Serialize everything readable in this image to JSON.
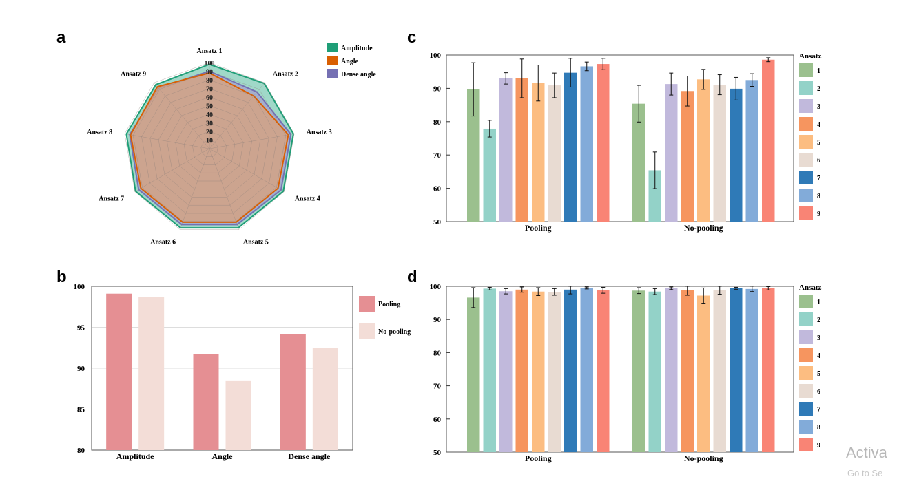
{
  "panels": {
    "a": "a",
    "b": "b",
    "c": "c",
    "d": "d"
  },
  "chart_data": [
    {
      "panel": "a",
      "type": "radar",
      "axes": [
        "Ansatz 1",
        "Ansatz 2",
        "Ansatz 3",
        "Ansatz 4",
        "Ansatz 5",
        "Ansatz 6",
        "Ansatz 7",
        "Ansatz 8",
        "Ansatz 9"
      ],
      "rings": [
        "10",
        "20",
        "30",
        "40",
        "50",
        "60",
        "70",
        "80",
        "90",
        "100"
      ],
      "range": [
        0,
        100
      ],
      "series": [
        {
          "name": "Amplitude",
          "color": "#1f9e77",
          "fill": "#8fd1be",
          "values": [
            98,
            99,
            99,
            99,
            98,
            98,
            99,
            98,
            97
          ]
        },
        {
          "name": "Angle",
          "color": "#d95f02",
          "fill": "#d9a07a",
          "values": [
            88,
            80,
            93,
            92,
            91,
            91,
            92,
            93,
            94
          ]
        },
        {
          "name": "Dense angle",
          "color": "#7570b3",
          "fill": "#a5a2cf",
          "values": [
            90,
            86,
            96,
            96,
            94,
            94,
            95,
            94,
            92
          ]
        }
      ]
    },
    {
      "panel": "b",
      "type": "bar",
      "categories": [
        "Amplitude",
        "Angle",
        "Dense angle"
      ],
      "ylim": [
        80,
        100
      ],
      "yticks": [
        "80",
        "85",
        "90",
        "95",
        "100"
      ],
      "grid": true,
      "legend": "right",
      "series": [
        {
          "name": "Pooling",
          "color": "#e58f93",
          "values": [
            99.1,
            91.7,
            94.2
          ]
        },
        {
          "name": "No-pooling",
          "color": "#f3ddd7",
          "values": [
            98.7,
            88.5,
            92.5
          ]
        }
      ]
    },
    {
      "panel": "c",
      "type": "bar",
      "categories": [
        "Pooling",
        "No-pooling"
      ],
      "ylim": [
        50,
        100
      ],
      "yticks": [
        "50",
        "60",
        "70",
        "80",
        "90",
        "100"
      ],
      "legend_title": "Ansatz",
      "legend": "right",
      "series": [
        {
          "name": "1",
          "color": "#9bc08e",
          "values": [
            89.7,
            85.4
          ],
          "err": [
            8.0,
            5.5
          ]
        },
        {
          "name": "2",
          "color": "#93d2c8",
          "values": [
            77.9,
            65.4
          ],
          "err": [
            2.5,
            5.5
          ]
        },
        {
          "name": "3",
          "color": "#c1b9dc",
          "values": [
            93.0,
            91.3
          ],
          "err": [
            1.7,
            3.3
          ]
        },
        {
          "name": "4",
          "color": "#f6955f",
          "values": [
            93.0,
            89.2
          ],
          "err": [
            5.8,
            4.5
          ]
        },
        {
          "name": "5",
          "color": "#fcbd81",
          "values": [
            91.6,
            92.7
          ],
          "err": [
            5.4,
            3.0
          ]
        },
        {
          "name": "6",
          "color": "#e8dbd2",
          "values": [
            90.9,
            91.1
          ],
          "err": [
            3.7,
            3.0
          ]
        },
        {
          "name": "7",
          "color": "#2f7ab7",
          "values": [
            94.7,
            89.9
          ],
          "err": [
            4.3,
            3.4
          ]
        },
        {
          "name": "8",
          "color": "#82abd9",
          "values": [
            96.6,
            92.5
          ],
          "err": [
            1.3,
            1.9
          ]
        },
        {
          "name": "9",
          "color": "#f98475",
          "values": [
            97.3,
            98.6
          ],
          "err": [
            1.7,
            0.6
          ]
        }
      ]
    },
    {
      "panel": "d",
      "type": "bar",
      "categories": [
        "Pooling",
        "No-pooling"
      ],
      "ylim": [
        50,
        100
      ],
      "yticks": [
        "50",
        "60",
        "70",
        "80",
        "90",
        "100"
      ],
      "legend_title": "Ansatz",
      "legend": "right",
      "series": [
        {
          "name": "1",
          "color": "#9bc08e",
          "values": [
            96.6,
            98.7
          ],
          "err": [
            3.0,
            0.9
          ]
        },
        {
          "name": "2",
          "color": "#93d2c8",
          "values": [
            99.3,
            98.4
          ],
          "err": [
            0.4,
            0.9
          ]
        },
        {
          "name": "3",
          "color": "#c1b9dc",
          "values": [
            98.5,
            99.4
          ],
          "err": [
            0.8,
            0.4
          ]
        },
        {
          "name": "4",
          "color": "#f6955f",
          "values": [
            99.0,
            98.8
          ],
          "err": [
            0.8,
            1.5
          ]
        },
        {
          "name": "5",
          "color": "#fcbd81",
          "values": [
            98.4,
            97.2
          ],
          "err": [
            1.2,
            2.3
          ]
        },
        {
          "name": "6",
          "color": "#e8dbd2",
          "values": [
            98.3,
            98.9
          ],
          "err": [
            1.0,
            1.3
          ]
        },
        {
          "name": "7",
          "color": "#2f7ab7",
          "values": [
            99.0,
            99.4
          ],
          "err": [
            1.3,
            0.3
          ]
        },
        {
          "name": "8",
          "color": "#82abd9",
          "values": [
            99.5,
            99.2
          ],
          "err": [
            0.3,
            0.8
          ]
        },
        {
          "name": "9",
          "color": "#f98475",
          "values": [
            98.8,
            99.4
          ],
          "err": [
            0.9,
            0.5
          ]
        }
      ]
    }
  ],
  "watermark": {
    "line1": "Activa",
    "line2": "Go to Se"
  }
}
